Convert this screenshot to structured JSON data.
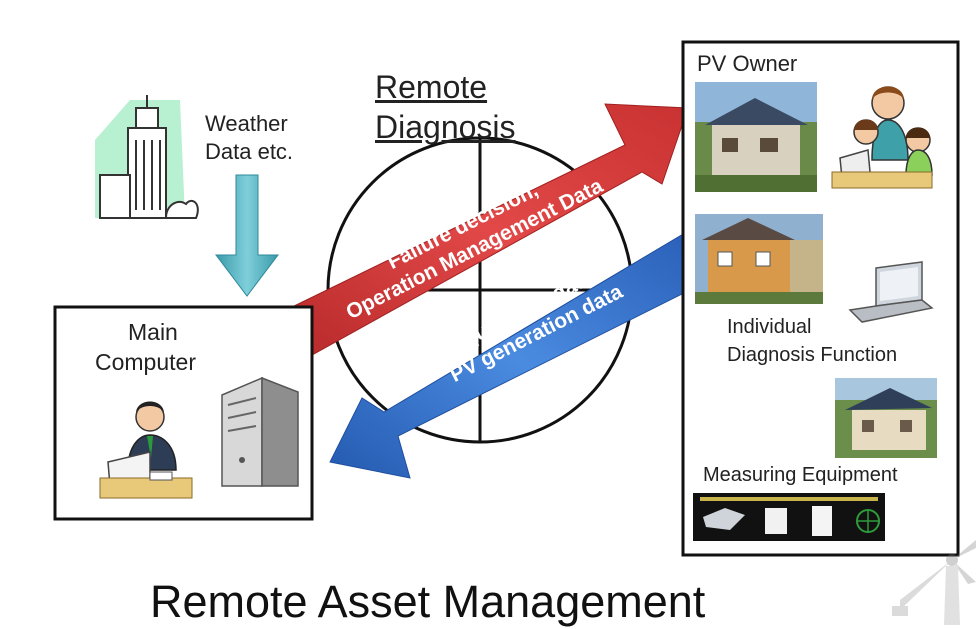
{
  "title": {
    "remote_diagnosis_line1": "Remote",
    "remote_diagnosis_line2": "Diagnosis"
  },
  "weather": {
    "line1": "Weather",
    "line2": "Data etc."
  },
  "main_computer": {
    "line1": "Main",
    "line2": "Computer"
  },
  "pv_owner": {
    "title": "PV Owner",
    "individual_line1": "Individual",
    "individual_line2": "Diagnosis Function",
    "measuring": "Measuring Equipment"
  },
  "arrows": {
    "red_line1": "Failure decision,",
    "red_line2": "Operation Management Data",
    "blue_line1": "Equipment data,",
    "blue_line2": "PV generation data"
  },
  "footer": {
    "caption": "Remote Asset Management"
  },
  "colors": {
    "red_arrow": "#d8383a",
    "blue_arrow": "#2f6fcf",
    "teal_arrow": "#49a9b8",
    "border": "#111111"
  }
}
